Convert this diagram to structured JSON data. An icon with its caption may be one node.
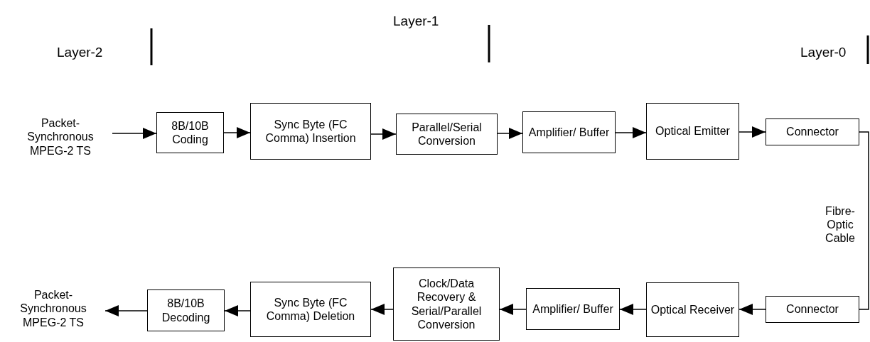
{
  "diagram": {
    "nodes": [
      {
        "text": [
          "Packet- Synchronous MPEG-2 TS"
        ]
      },
      {
        "text": [
          "8B/10B Coding"
        ]
      },
      {
        "text": [
          "Sync Byte (FC Comma) Insertion"
        ]
      },
      {
        "text": [
          "Parallel/Serial Conversion"
        ]
      },
      {
        "text": [
          "Amplifier/ Buffer"
        ]
      },
      {
        "text": [
          "Optical Emitter"
        ]
      },
      {
        "text": [
          "Connector"
        ]
      },
      {
        "text": [
          "Connector"
        ]
      },
      {
        "text": [
          "Optical Receiver"
        ]
      },
      {
        "text": [
          "Amplifier/ Buffer"
        ]
      },
      {
        "text": [
          "Clock/Data Recovery & Serial/Parallel Conversion"
        ]
      },
      {
        "text": [
          "Sync Byte (FC Comma) Deletion"
        ]
      },
      {
        "text": [
          "8B/10B Decoding"
        ]
      },
      {
        "text": [
          "Packet- Synchronous MPEG-2 TS"
        ]
      }
    ],
    "edges": [
      {
        "from": 0,
        "to": 1,
        "arrow": "to"
      },
      {
        "from": 1,
        "to": 2,
        "arrow": "to"
      },
      {
        "from": 2,
        "to": 3,
        "arrow": "to"
      },
      {
        "from": 3,
        "to": 4,
        "arrow": "to"
      },
      {
        "from": 4,
        "to": 5,
        "arrow": "to"
      },
      {
        "from": 5,
        "to": 6,
        "arrow": "to"
      },
      {
        "from": 6,
        "to": 7,
        "arrow": "none",
        "label": "Fibre-Optic Cable"
      },
      {
        "from": 7,
        "to": 8,
        "arrow": "to"
      },
      {
        "from": 8,
        "to": 9,
        "arrow": "to"
      },
      {
        "from": 9,
        "to": 10,
        "arrow": "to"
      },
      {
        "from": 10,
        "to": 11,
        "arrow": "to"
      },
      {
        "from": 11,
        "to": 12,
        "arrow": "to"
      },
      {
        "from": 12,
        "to": 13,
        "arrow": "to"
      }
    ],
    "labels": [
      "Layer-2",
      "Layer-1",
      "Layer-0"
    ]
  }
}
